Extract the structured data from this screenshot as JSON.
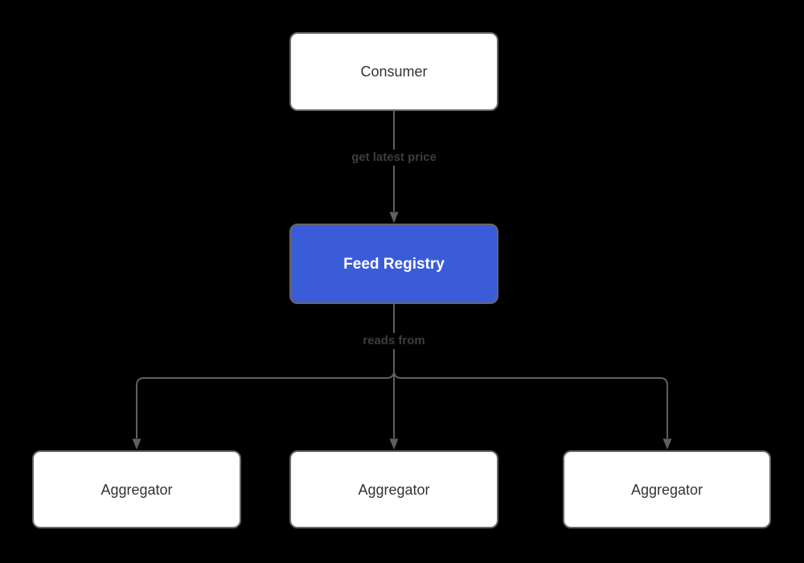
{
  "diagram": {
    "nodes": {
      "consumer": {
        "label": "Consumer"
      },
      "feed_registry": {
        "label": "Feed Registry"
      },
      "aggregator_1": {
        "label": "Aggregator"
      },
      "aggregator_2": {
        "label": "Aggregator"
      },
      "aggregator_3": {
        "label": "Aggregator"
      }
    },
    "edges": {
      "consumer_to_feed_registry": {
        "label": "get latest price"
      },
      "feed_registry_to_aggregators": {
        "label": "reads from"
      }
    },
    "colors": {
      "background": "#000000",
      "node_fill": "#ffffff",
      "node_border": "#666666",
      "node_text": "#333333",
      "highlight_fill": "#3b5cd9",
      "highlight_text": "#ffffff",
      "edge_line": "#5f5f5f",
      "edge_label_text": "#3d3d3d"
    }
  }
}
